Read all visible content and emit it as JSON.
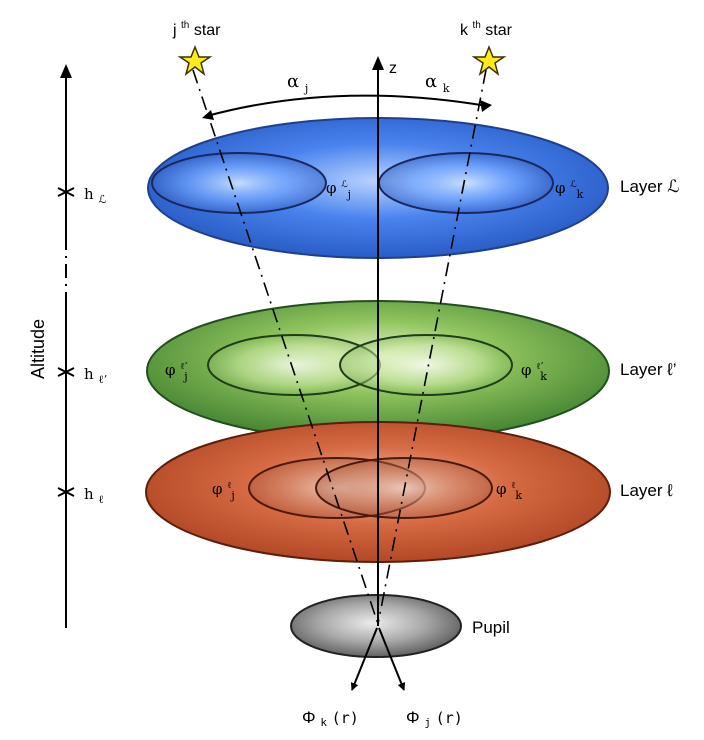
{
  "stars": {
    "j": {
      "base": "j",
      "sup": "th",
      "word": " star"
    },
    "k": {
      "base": "k",
      "sup": "th",
      "word": " star"
    }
  },
  "angles": {
    "alpha_j": {
      "base": "α",
      "sub": "j"
    },
    "alpha_k": {
      "base": "α",
      "sub": "k"
    }
  },
  "z_axis_label": "z",
  "altitude_label": "Altitude",
  "altitude_ticks": {
    "top": {
      "base": "h",
      "sub": "ℒ"
    },
    "middle": {
      "base": "h",
      "sub": "ℓ’"
    },
    "bottom": {
      "base": "h",
      "sub": "ℓ"
    }
  },
  "layers": {
    "top": {
      "label": "Layer ℒ",
      "phi_j": {
        "base": "φ",
        "sup": "ℒ",
        "sub": "j"
      },
      "phi_k": {
        "base": "φ",
        "sup": "ℒ",
        "sub": "k"
      }
    },
    "middle": {
      "label": "Layer ℓ’",
      "phi_j": {
        "base": "φ",
        "sup": "ℓ’",
        "sub": "j"
      },
      "phi_k": {
        "base": "φ",
        "sup": "ℓ’",
        "sub": "k"
      }
    },
    "bottom": {
      "label": "Layer ℓ",
      "phi_j": {
        "base": "φ",
        "sup": "ℓ",
        "sub": "j"
      },
      "phi_k": {
        "base": "φ",
        "sup": "ℓ",
        "sub": "k"
      }
    }
  },
  "pupil_label": "Pupil",
  "outputs": {
    "phi_k": {
      "base": "Φ",
      "sub": "k",
      "arg": "(r)"
    },
    "phi_j": {
      "base": "Φ",
      "sub": "j",
      "arg": "(r)"
    }
  },
  "colors": {
    "star_fill": "#ffeb1a",
    "star_stroke": "#3b3300",
    "layer_top": "#3d6fe0",
    "layer_middle": "#67a23a",
    "layer_bottom": "#d7582d",
    "pupil": "#8d8d8d",
    "line": "#000000"
  }
}
